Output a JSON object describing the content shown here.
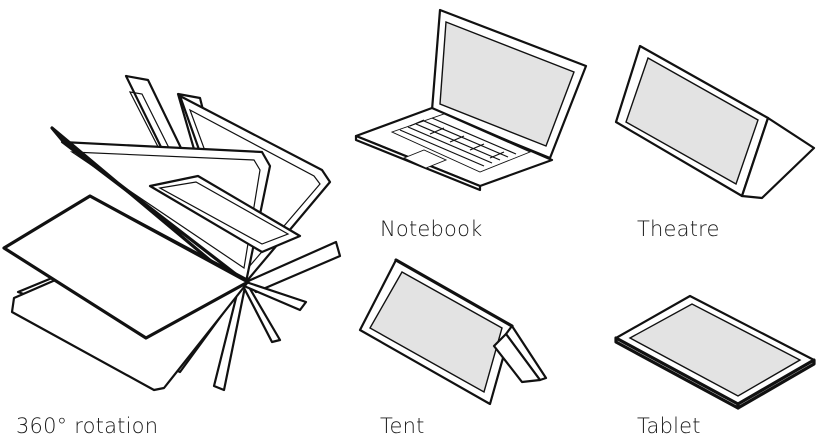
{
  "modes": [
    {
      "id": "rotation",
      "label": "360° rotation",
      "icon": "laptop-360-rotation-icon"
    },
    {
      "id": "notebook",
      "label": "Notebook",
      "icon": "laptop-notebook-mode-icon"
    },
    {
      "id": "theatre",
      "label": "Theatre",
      "icon": "laptop-theatre-mode-icon"
    },
    {
      "id": "tent",
      "label": "Tent",
      "icon": "laptop-tent-mode-icon"
    },
    {
      "id": "tablet",
      "label": "Tablet",
      "icon": "laptop-tablet-mode-icon"
    }
  ],
  "colors": {
    "line": "#111111",
    "screen": "#e3e3e3",
    "background": "#ffffff"
  }
}
